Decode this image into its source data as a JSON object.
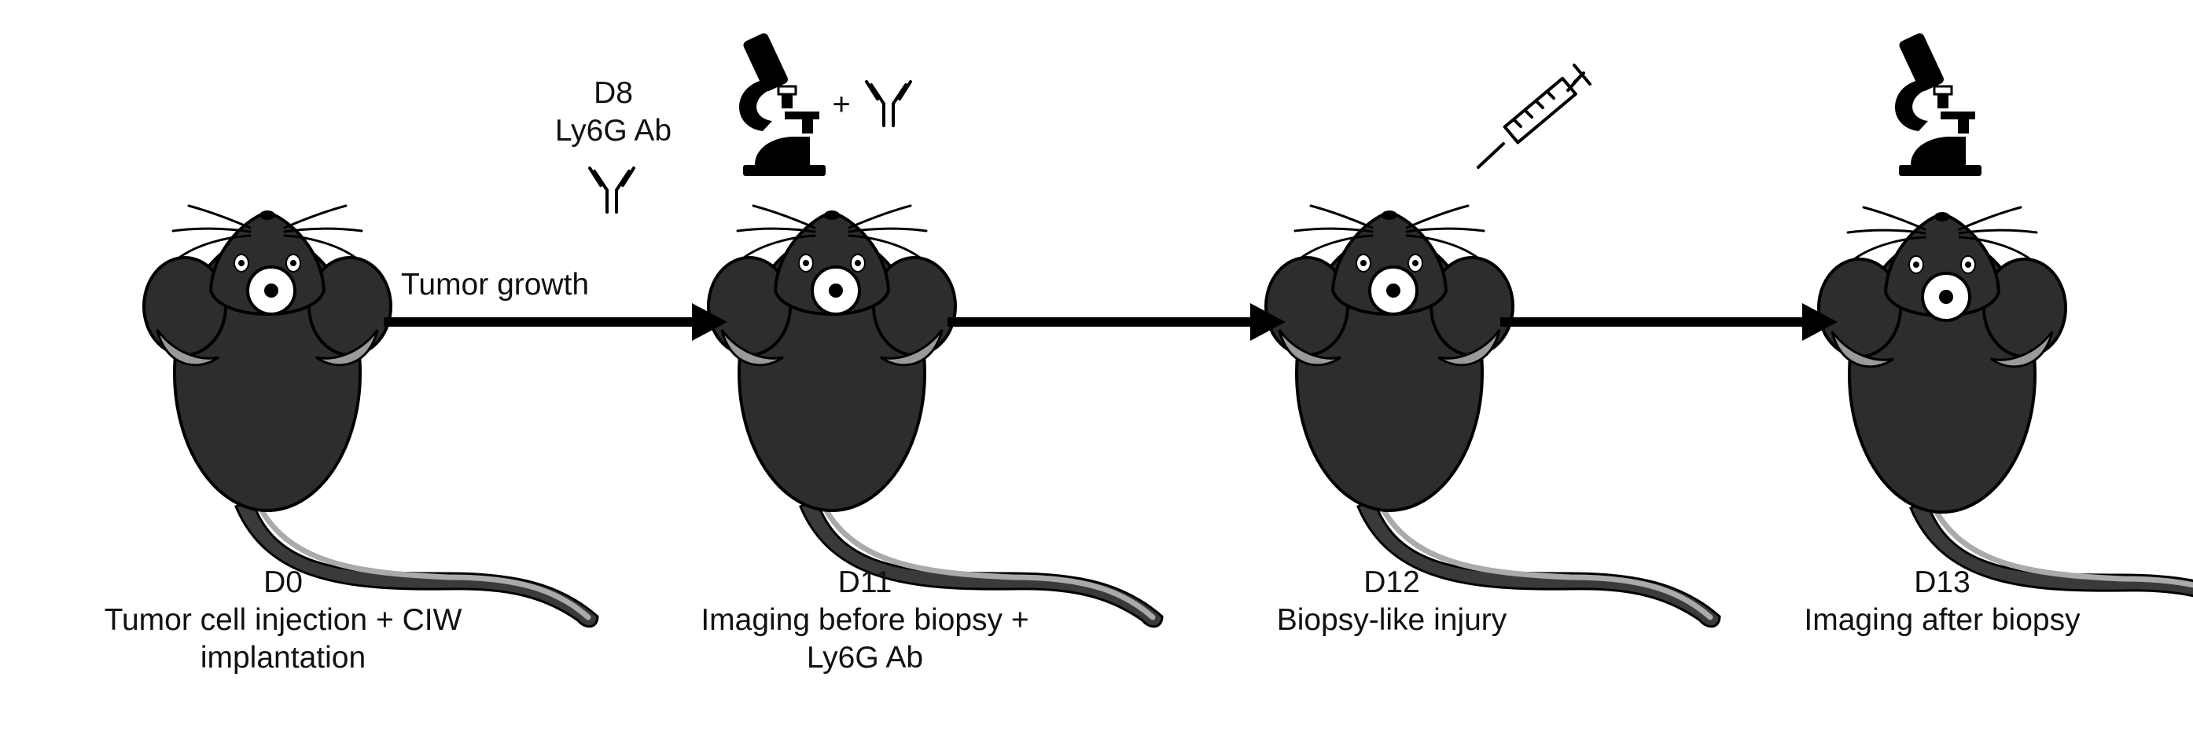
{
  "timeline": {
    "mice": [
      {
        "day": "D0",
        "caption_lines": [
          "Tumor cell injection + CIW",
          "implantation"
        ]
      },
      {
        "day": "D11",
        "caption_lines": [
          "Imaging before biopsy +",
          "Ly6G Ab"
        ]
      },
      {
        "day": "D12",
        "caption_lines": [
          "Biopsy-like injury"
        ]
      },
      {
        "day": "D13",
        "caption_lines": [
          "Imaging after biopsy"
        ]
      }
    ],
    "arrows": [
      {
        "label": "Tumor growth"
      },
      {
        "label": ""
      },
      {
        "label": ""
      }
    ],
    "annotations": {
      "d8_day": "D8",
      "d8_treatment": "Ly6G Ab",
      "plus_sign": "+"
    }
  },
  "icons": {
    "mouse": "mouse-icon",
    "window": "imaging-window-icon",
    "microscope": "microscope-icon",
    "antibody": "antibody-icon",
    "syringe": "syringe-icon"
  },
  "colors": {
    "mouse_body": "#2d2d2d",
    "mouse_ear_inner": "#9a9a9a",
    "arrow": "#000000",
    "text": "#111111"
  }
}
